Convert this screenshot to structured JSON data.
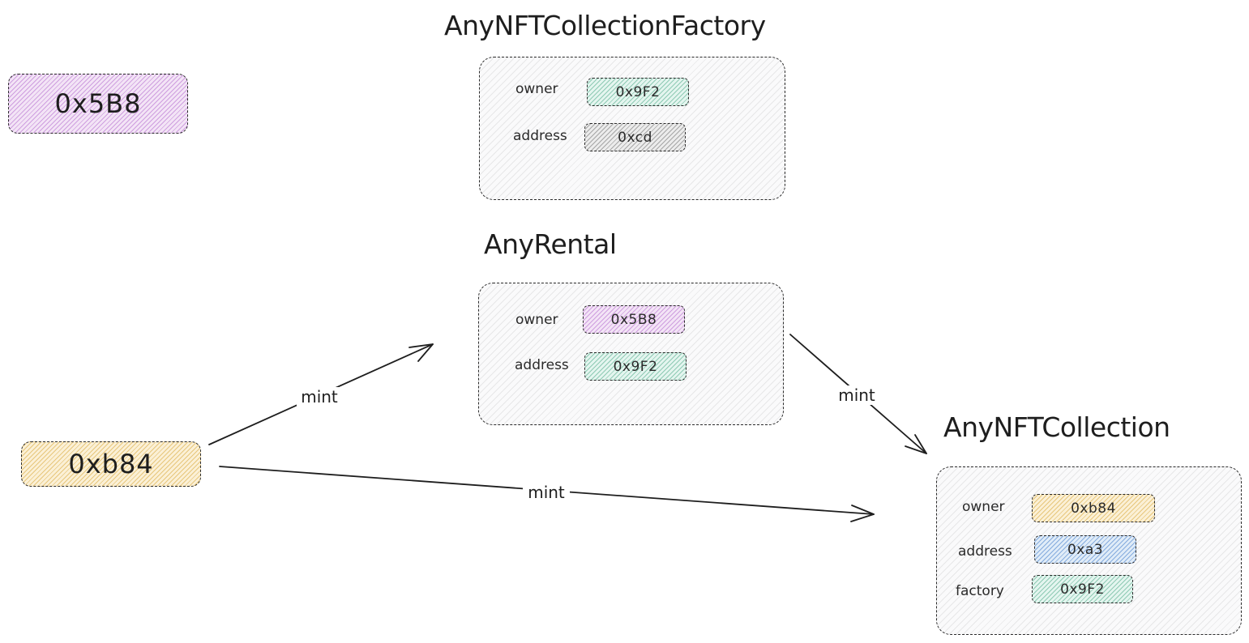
{
  "addresses": {
    "top_left": "0x5B8",
    "left": "0xb84"
  },
  "factory": {
    "title": "AnyNFTCollectionFactory",
    "owner_label": "owner",
    "owner_value": "0x9F2",
    "address_label": "address",
    "address_value": "0xcd"
  },
  "rental": {
    "title": "AnyRental",
    "owner_label": "owner",
    "owner_value": "0x5B8",
    "address_label": "address",
    "address_value": "0x9F2"
  },
  "collection": {
    "title": "AnyNFTCollection",
    "owner_label": "owner",
    "owner_value": "0xb84",
    "address_label": "address",
    "address_value": "0xa3",
    "factory_label": "factory",
    "factory_value": "0x9F2"
  },
  "edges": {
    "b84_to_rental": "mint",
    "rental_to_collection": "mint",
    "b84_to_collection": "mint"
  },
  "colors": {
    "green": "#2b9c72",
    "purple": "#b465cf",
    "yellow": "#e0ad3c",
    "blue": "#3f7fcc",
    "gray": "#8a8a8a",
    "stroke": "#1e1e1e"
  }
}
